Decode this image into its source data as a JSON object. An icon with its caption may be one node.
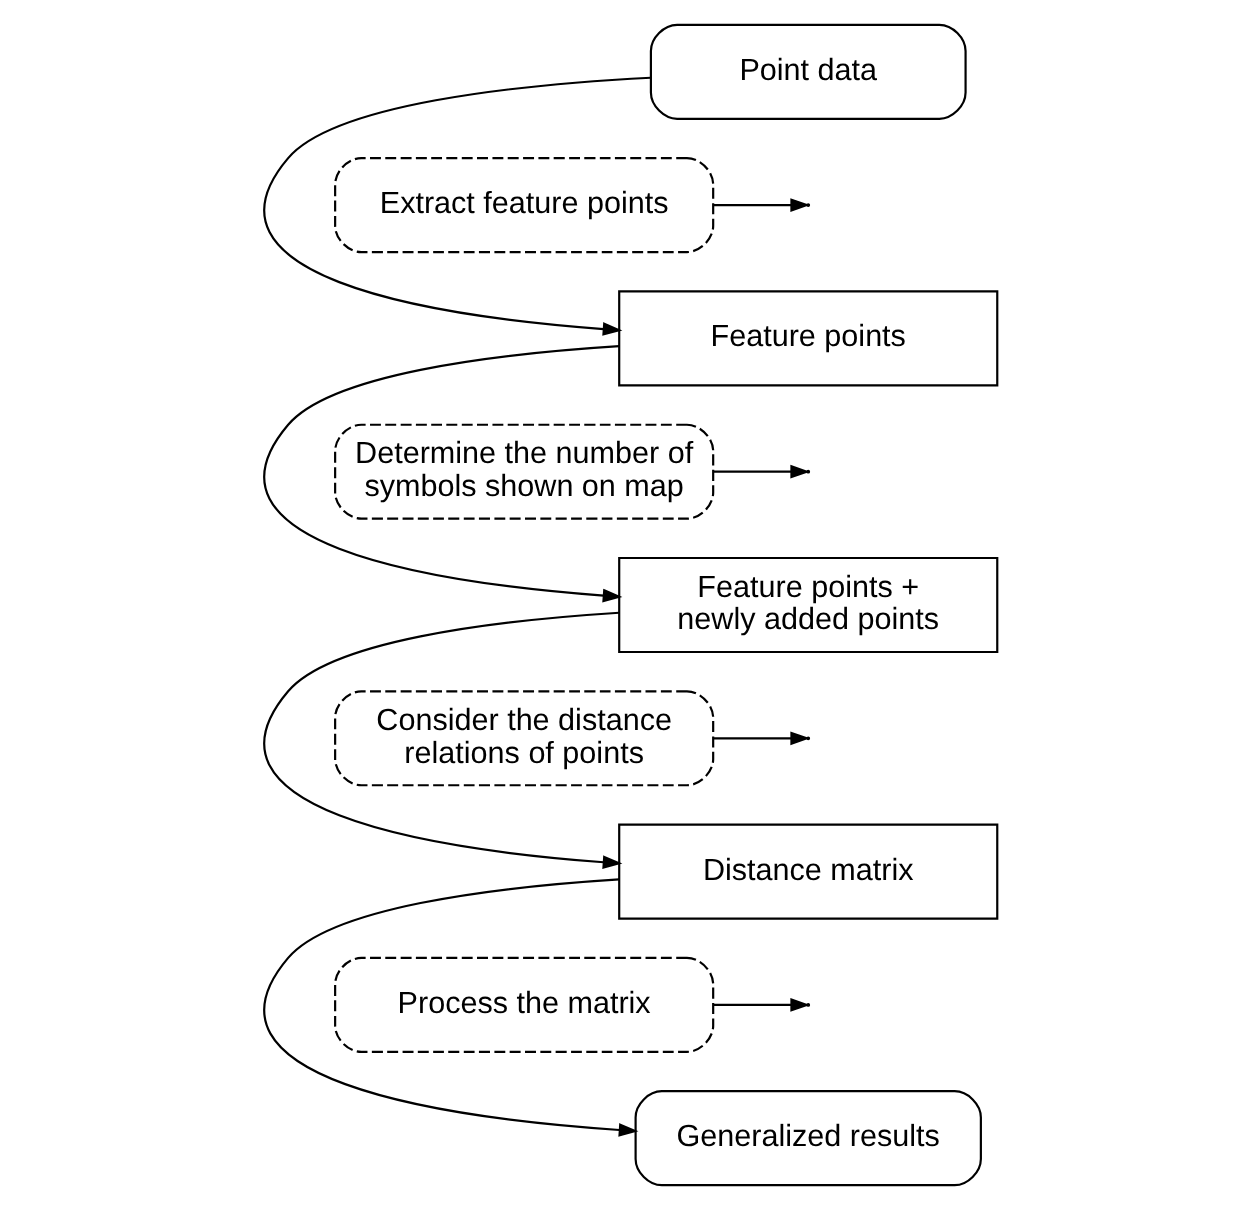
{
  "diagram": {
    "nodes": [
      {
        "text": [
          "Point data"
        ]
      },
      {
        "text": [
          "Feature points"
        ]
      },
      {
        "text": [
          "Feature points + newly added points"
        ]
      },
      {
        "text": [
          "Distance matrix"
        ]
      },
      {
        "text": [
          "Generalized results"
        ]
      },
      {
        "text": [
          "Extract feature points"
        ]
      },
      {
        "text": [
          "Determine the number of symbols shown on map"
        ]
      },
      {
        "text": [
          "Consider the distance relations of points"
        ]
      },
      {
        "text": [
          "Process the matrix"
        ]
      }
    ],
    "edges": [
      {
        "from": 0,
        "to": 1,
        "arrow": "to"
      },
      {
        "from": 1,
        "to": 2,
        "arrow": "to"
      },
      {
        "from": 2,
        "to": 3,
        "arrow": "to"
      },
      {
        "from": 3,
        "to": 4,
        "arrow": "to"
      },
      {
        "from": 5,
        "to": null,
        "arrow": "to"
      },
      {
        "from": 6,
        "to": null,
        "arrow": "to"
      },
      {
        "from": 7,
        "to": null,
        "arrow": "to"
      },
      {
        "from": 8,
        "to": null,
        "arrow": "to"
      }
    ]
  }
}
